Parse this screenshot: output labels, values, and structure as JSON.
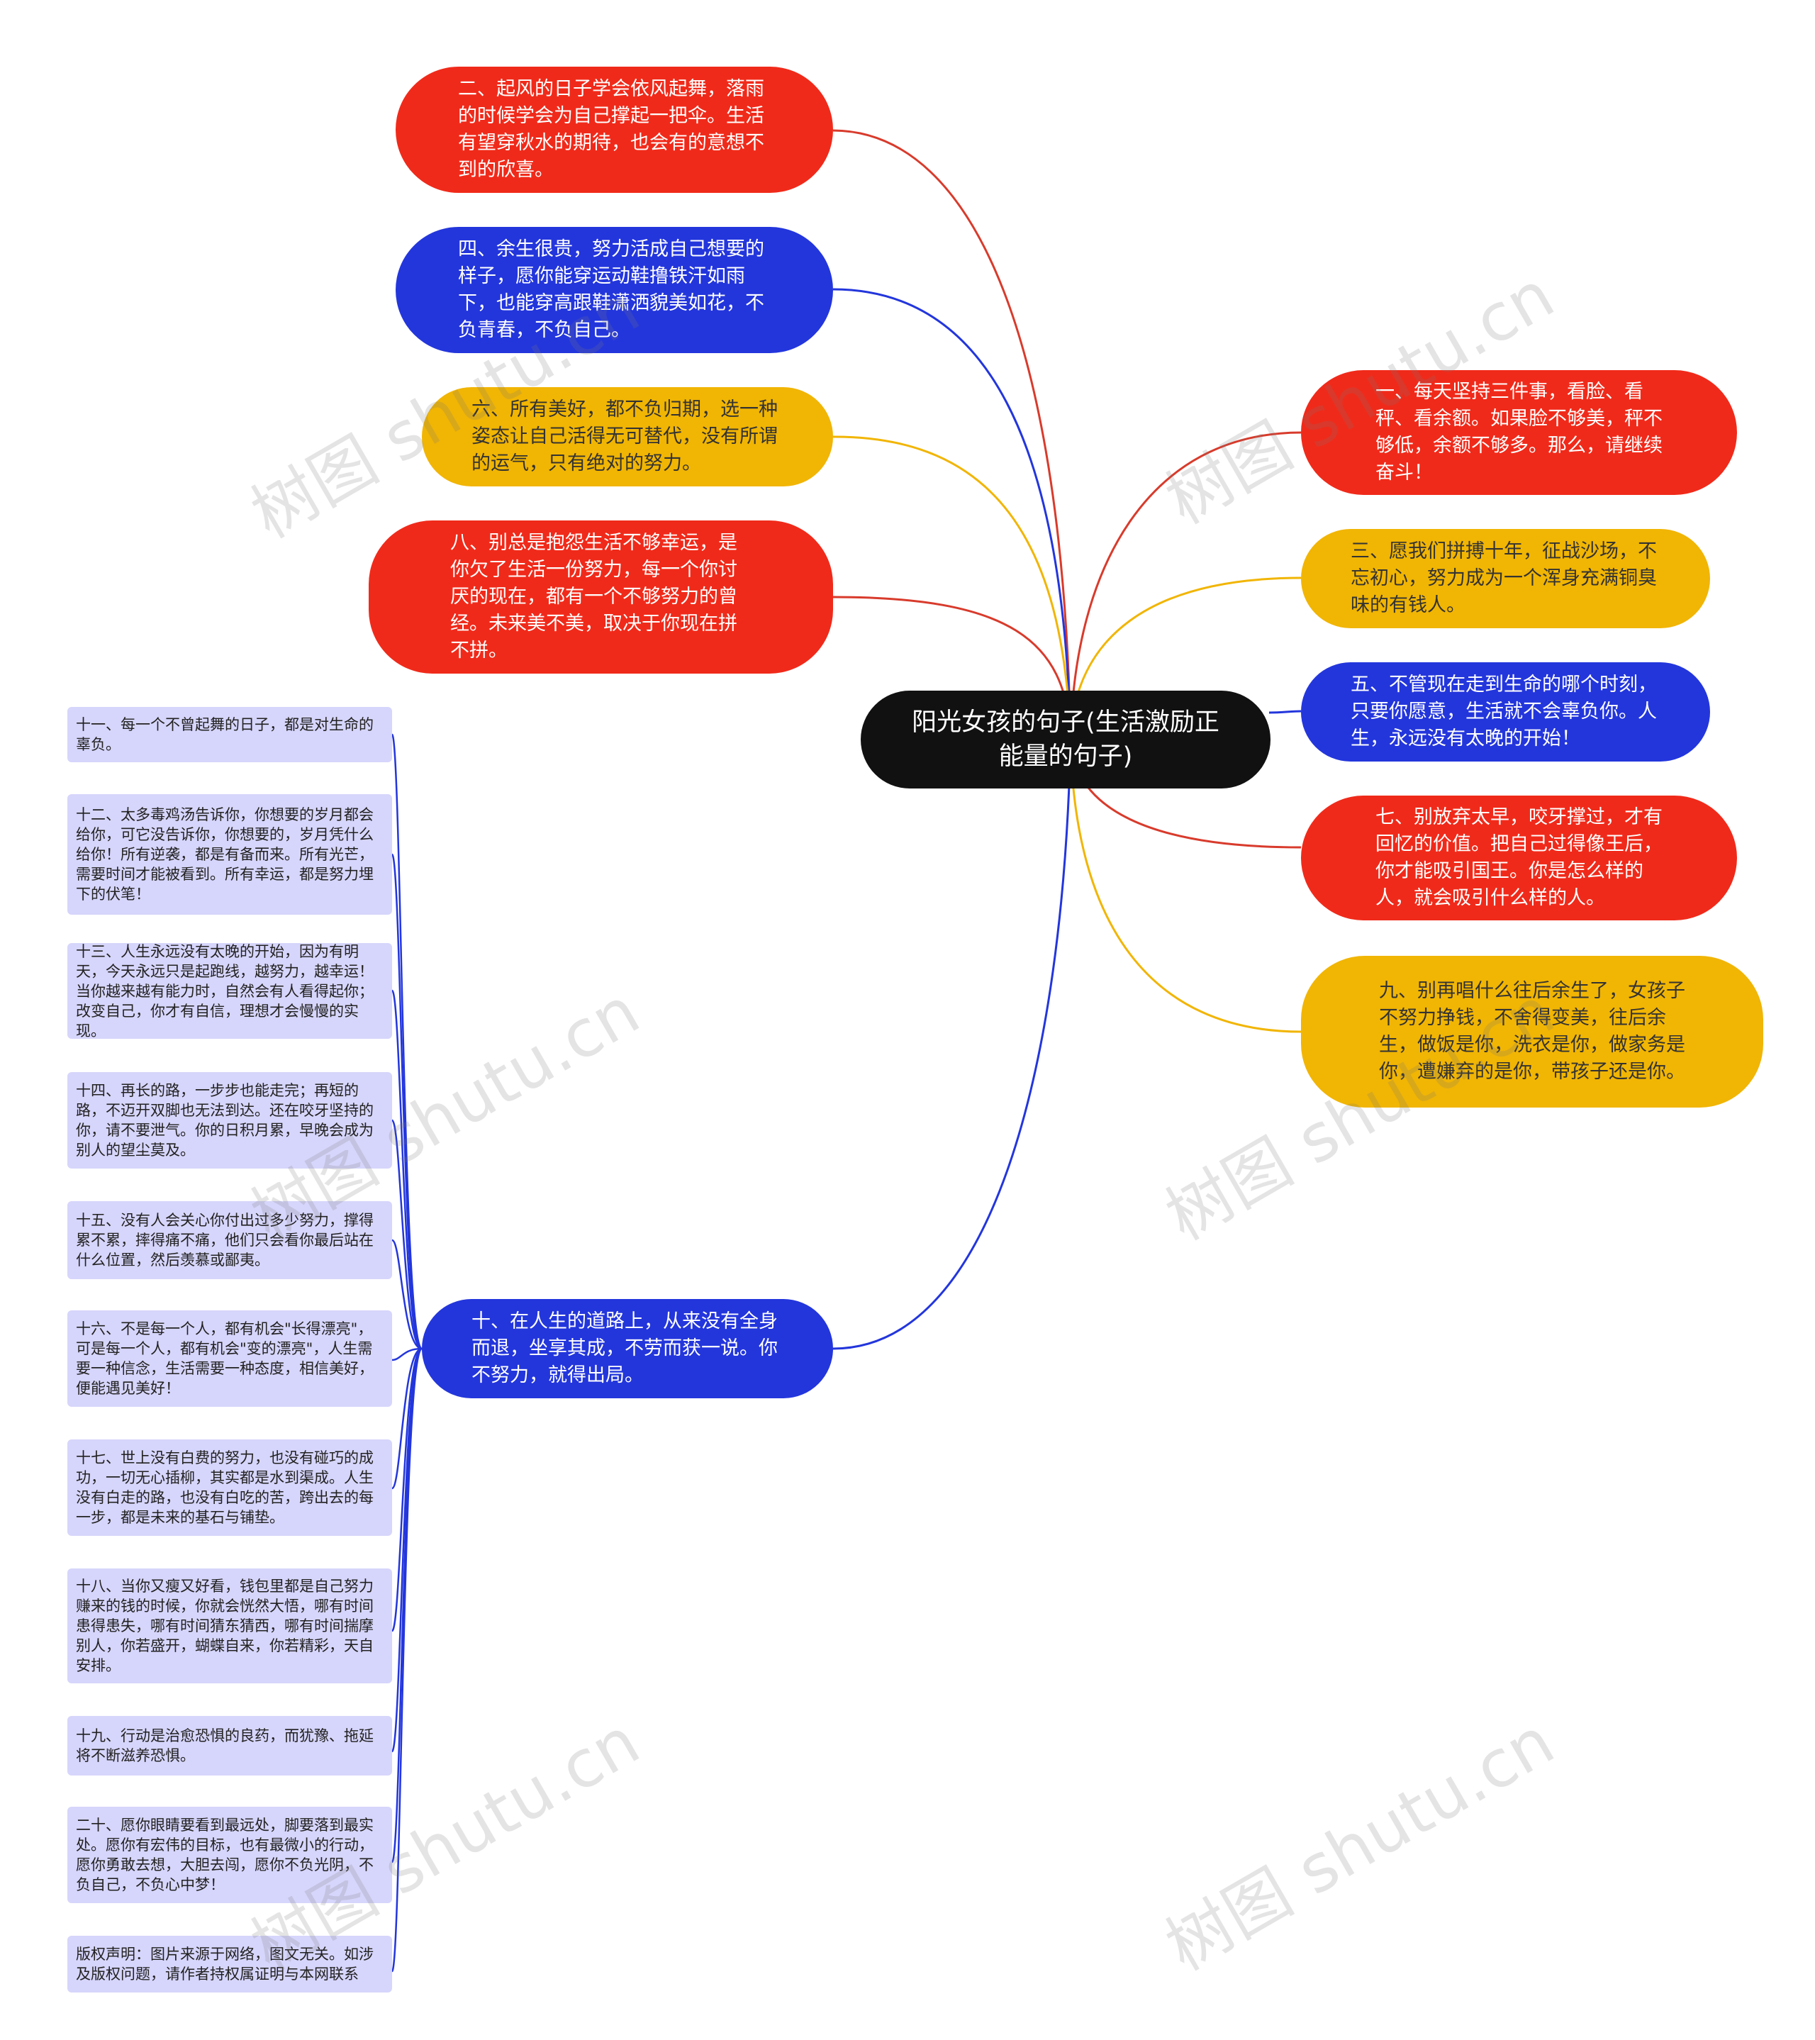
{
  "root": {
    "title": "阳光女孩的句子(生活激励正能量的句子)"
  },
  "branches": [
    {
      "id": "b2",
      "text": "二、起风的日子学会依风起舞，落雨的时候学会为自己撑起一把伞。生活有望穿秋水的期待，也会有的意想不到的欣喜。",
      "color": "red"
    },
    {
      "id": "b4",
      "text": "四、余生很贵，努力活成自己想要的样子，愿你能穿运动鞋撸铁汗如雨下，也能穿高跟鞋潇洒貌美如花，不负青春，不负自己。",
      "color": "blue"
    },
    {
      "id": "b6",
      "text": "六、所有美好，都不负归期，选一种姿态让自己活得无可替代，没有所谓的运气，只有绝对的努力。",
      "color": "yellow"
    },
    {
      "id": "b8",
      "text": "八、别总是抱怨生活不够幸运，是你欠了生活一份努力，每一个你讨厌的现在，都有一个不够努力的曾经。未来美不美，取决于你现在拼不拼。",
      "color": "red"
    },
    {
      "id": "b10",
      "text": "十、在人生的道路上，从来没有全身而退，坐享其成，不劳而获一说。你不努力，就得出局。",
      "color": "blue"
    },
    {
      "id": "b1",
      "text": "一、每天坚持三件事，看脸、看秤、看余额。如果脸不够美，秤不够低，余额不够多。那么，请继续奋斗！",
      "color": "red"
    },
    {
      "id": "b3",
      "text": "三、愿我们拼搏十年，征战沙场，不忘初心，努力成为一个浑身充满铜臭味的有钱人。",
      "color": "yellow"
    },
    {
      "id": "b5",
      "text": "五、不管现在走到生命的哪个时刻，只要你愿意，生活就不会辜负你。人生，永远没有太晚的开始！",
      "color": "blue"
    },
    {
      "id": "b7",
      "text": "七、别放弃太早，咬牙撑过，才有回忆的价值。把自己过得像王后，你才能吸引国王。你是怎么样的人，就会吸引什么样的人。",
      "color": "red"
    },
    {
      "id": "b9",
      "text": "九、别再唱什么往后余生了，女孩子不努力挣钱，不舍得变美，往后余生，做饭是你，洗衣是你，做家务是你，遭嫌弃的是你，带孩子还是你。",
      "color": "yellow"
    }
  ],
  "sub_items": [
    {
      "id": "s11",
      "text": "十一、每一个不曾起舞的日子，都是对生命的辜负。"
    },
    {
      "id": "s12",
      "text": "十二、太多毒鸡汤告诉你，你想要的岁月都会给你，可它没告诉你，你想要的，岁月凭什么给你！所有逆袭，都是有备而来。所有光芒，需要时间才能被看到。所有幸运，都是努力埋下的伏笔！"
    },
    {
      "id": "s13",
      "text": "十三、人生永远没有太晚的开始，因为有明天，今天永远只是起跑线，越努力，越幸运！当你越来越有能力时，自然会有人看得起你；改变自己，你才有自信，理想才会慢慢的实现。"
    },
    {
      "id": "s14",
      "text": "十四、再长的路，一步步也能走完；再短的路，不迈开双脚也无法到达。还在咬牙坚持的你，请不要泄气。你的日积月累，早晚会成为别人的望尘莫及。"
    },
    {
      "id": "s15",
      "text": "十五、没有人会关心你付出过多少努力，撑得累不累，摔得痛不痛，他们只会看你最后站在什么位置，然后羡慕或鄙夷。"
    },
    {
      "id": "s16",
      "text": "十六、不是每一个人，都有机会\"长得漂亮\"，可是每一个人，都有机会\"变的漂亮\"，人生需要一种信念，生活需要一种态度，相信美好，便能遇见美好！"
    },
    {
      "id": "s17",
      "text": "十七、世上没有白费的努力，也没有碰巧的成功，一切无心插柳，其实都是水到渠成。人生没有白走的路，也没有白吃的苦，跨出去的每一步，都是未来的基石与铺垫。"
    },
    {
      "id": "s18",
      "text": "十八、当你又瘦又好看，钱包里都是自己努力赚来的钱的时候，你就会恍然大悟，哪有时间患得患失，哪有时间猜东猜西，哪有时间揣摩别人，你若盛开，蝴蝶自来，你若精彩，天自安排。"
    },
    {
      "id": "s19",
      "text": "十九、行动是治愈恐惧的良药，而犹豫、拖延将不断滋养恐惧。"
    },
    {
      "id": "s20",
      "text": "二十、愿你眼睛要看到最远处，脚要落到最实处。愿你有宏伟的目标，也有最微小的行动，愿你勇敢去想，大胆去闯，愿你不负光阴，不负自己，不负心中梦！"
    },
    {
      "id": "s21",
      "text": "版权声明：图片来源于网络，图文无关。如涉及版权问题，请作者持权属证明与本网联系"
    }
  ],
  "watermark": {
    "text": "树图 shutu.cn"
  },
  "colors": {
    "red": "#f02a1a",
    "blue": "#2336dc",
    "yellow": "#f1b504",
    "root": "#111111",
    "card": "#d6d5fb",
    "card_line": "#2336dc"
  }
}
